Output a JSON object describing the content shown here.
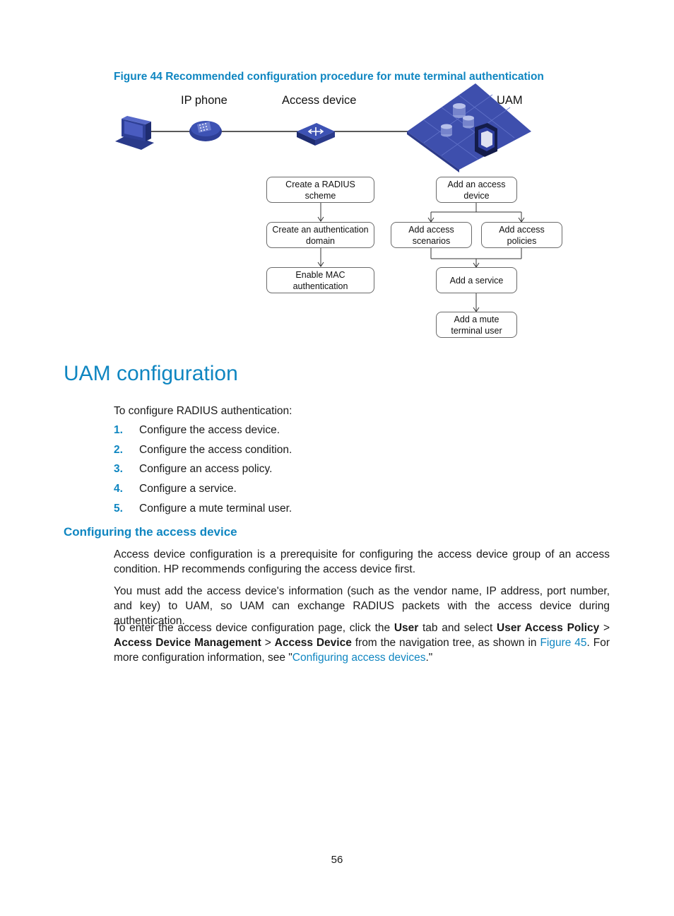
{
  "figure": {
    "caption": "Figure 44 Recommended configuration procedure for mute terminal authentication",
    "devices": {
      "ip_phone": "IP phone",
      "access_device": "Access device",
      "uam": "UAM"
    },
    "left_flow": [
      "Create a RADIUS scheme",
      "Create an authentication domain",
      "Enable MAC authentication"
    ],
    "right_flow": {
      "top": "Add an access device",
      "scenarios": "Add access scenarios",
      "policies": "Add access policies",
      "service": "Add a service",
      "mute_user": "Add a mute terminal user"
    }
  },
  "section": {
    "title": "UAM configuration",
    "intro": "To configure RADIUS authentication:",
    "steps": [
      {
        "num": "1.",
        "text": "Configure the access device."
      },
      {
        "num": "2.",
        "text": "Configure the access condition."
      },
      {
        "num": "3.",
        "text": "Configure an access policy."
      },
      {
        "num": "4.",
        "text": "Configure a service."
      },
      {
        "num": "5.",
        "text": "Configure a mute terminal user."
      }
    ]
  },
  "subsection": {
    "title": "Configuring the access device",
    "para1": "Access device configuration is a prerequisite for configuring the access device group of an access condition. HP recommends configuring the access device first.",
    "para2": "You must add the access device's information (such as the vendor name, IP address, port number, and key) to UAM, so UAM can exchange RADIUS packets with the access device during authentication.",
    "para3": {
      "t1": "To enter the access device configuration page, click the ",
      "b1": "User",
      "t2": " tab and select ",
      "b2": "User Access Policy",
      "t3": " > ",
      "b3": "Access Device Management",
      "t4": " > ",
      "b4": "Access Device",
      "t5": " from the navigation tree, as shown in ",
      "link1": "Figure 45",
      "t6": ". For more configuration information, see \"",
      "link2": "Configuring access devices",
      "t7": ".\""
    }
  },
  "page_number": "56"
}
